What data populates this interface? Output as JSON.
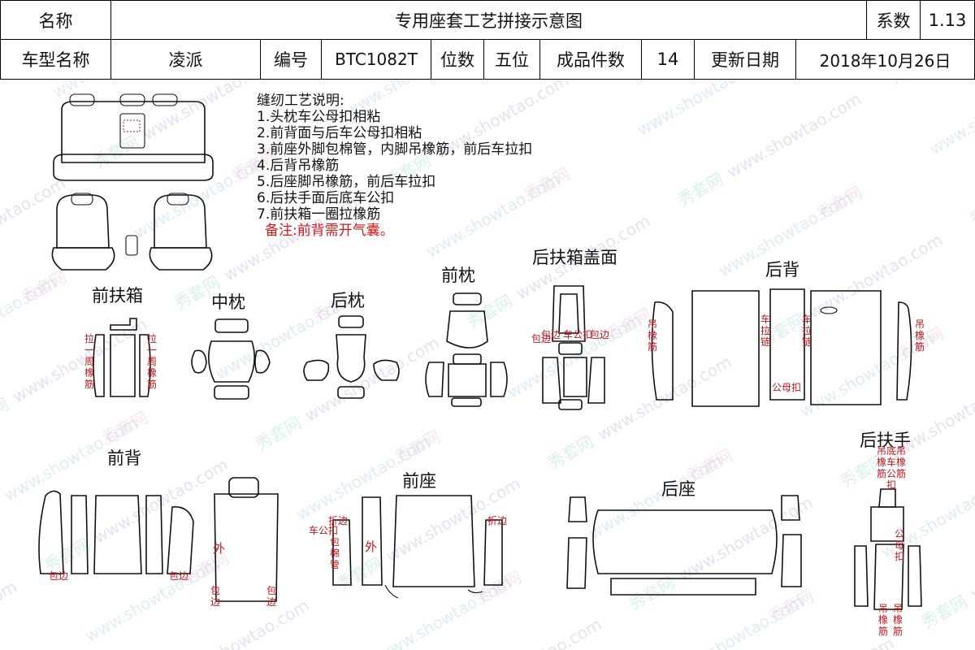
{
  "header": {
    "name_label": "名称",
    "title": "专用座套工艺拼接示意图",
    "coef_label": "系数",
    "coef_value": "1.13",
    "model_label": "车型名称",
    "model_value": "凌派",
    "code_label": "编号",
    "code_value": "BTC1082T",
    "seats_label": "位数",
    "seats_value": "五位",
    "pieces_label": "成品件数",
    "pieces_value": "14",
    "date_label": "更新日期",
    "date_value": "2018年10月26日"
  },
  "notes": {
    "heading": "缝纫工艺说明:",
    "items": [
      "1.头枕车公母扣相粘",
      "2.前背面与后车公母扣相粘",
      "3.前座外脚包棉管，内脚吊橡筋，前后车拉扣",
      "4.后背吊橡筋",
      "5.后座脚吊橡筋，前后车拉扣",
      "6.后扶手面后底车公扣",
      "7.前扶箱一圈拉橡筋"
    ],
    "remark": "备注:前背需开气囊。"
  },
  "sections": {
    "front_armbox": "前扶箱",
    "middle_pillow": "中枕",
    "rear_pillow": "后枕",
    "front_pillow": "前枕",
    "rear_armbox_cover": "后扶箱盖面",
    "rear_back": "后背",
    "front_back": "前背",
    "front_seat": "前座",
    "rear_seat": "后座",
    "rear_armrest": "后扶手"
  },
  "annotations": {
    "armbox_left": "拉一周橡筋",
    "armbox_right": "拉一周橡筋",
    "rab_edge_left": "包边",
    "rab_top_left": "包边",
    "rab_top_right": "包边",
    "rab_mid": "车公扣",
    "rb_left": "吊橡筋",
    "rb_zip_left": "车拉链",
    "rb_zip_right": "车拉链",
    "rb_mid": "公母扣",
    "rb_right": "吊橡筋",
    "fb_edge_left": "包边",
    "fb_edge_right": "包边",
    "fb_outer": "外",
    "fb_bottom_left": "包边",
    "fb_bottom_right": "包边",
    "fs_fold_left": "折边",
    "fs_car_pull": "车公扣",
    "fs_cotton": "包棉管",
    "fs_outer": "外",
    "fs_fold_right": "折边",
    "ra_top_left": "吊橡筋",
    "ra_top_mid": "底车公扣",
    "ra_top_right": "吊橡筋",
    "ra_mid": "公母扣",
    "ra_bottom_left": "吊橡筋",
    "ra_bottom_right": "吊橡筋"
  },
  "watermark": {
    "text1": "秀套网",
    "text2": "www.showtao.com"
  }
}
